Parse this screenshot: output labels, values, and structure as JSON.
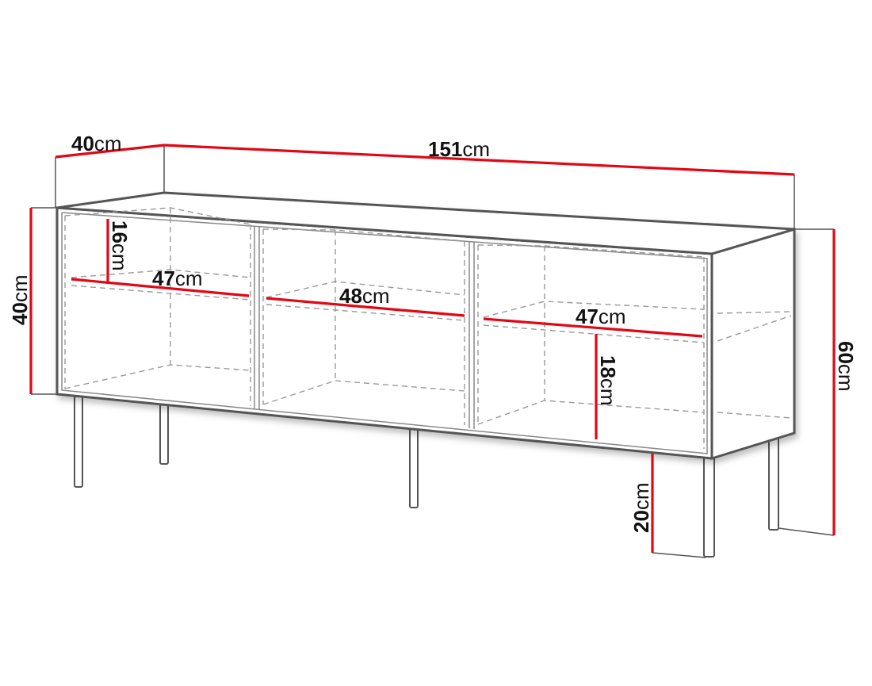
{
  "title": "Furniture dimension drawing - 3-compartment sideboard",
  "colors": {
    "dimension_line": "#e30613",
    "outline": "#555555",
    "text": "#111111"
  },
  "dimensions": {
    "depth": {
      "value": "40",
      "unit": "cm"
    },
    "width": {
      "value": "151",
      "unit": "cm"
    },
    "body_height": {
      "value": "40",
      "unit": "cm"
    },
    "total_height": {
      "value": "60",
      "unit": "cm"
    },
    "leg_height": {
      "value": "20",
      "unit": "cm"
    },
    "shelf_left_gap": {
      "value": "16",
      "unit": "cm"
    },
    "shelf_left_width": {
      "value": "47",
      "unit": "cm"
    },
    "shelf_mid_width": {
      "value": "48",
      "unit": "cm"
    },
    "shelf_right_width": {
      "value": "47",
      "unit": "cm"
    },
    "shelf_right_gap": {
      "value": "18",
      "unit": "cm"
    }
  }
}
